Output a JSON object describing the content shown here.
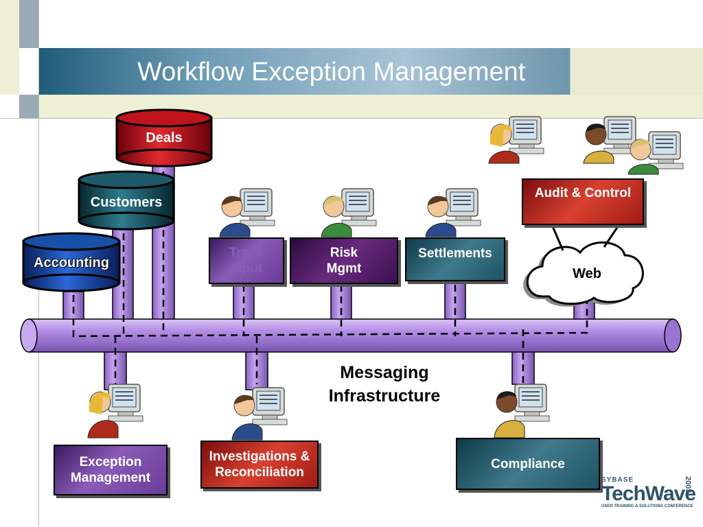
{
  "slide": {
    "title": "Workflow Exception Management"
  },
  "databases": [
    {
      "label": "Deals"
    },
    {
      "label": "Customers"
    },
    {
      "label": "Accounting"
    }
  ],
  "top_nodes": [
    {
      "label": "Trade Input"
    },
    {
      "label": "Risk Mgmt"
    },
    {
      "label": "Settlements"
    },
    {
      "label": "Audit & Control"
    }
  ],
  "cloud": {
    "label": "Web"
  },
  "bus": {
    "label_line1": "Messaging",
    "label_line2": "Infrastructure"
  },
  "bottom_nodes": [
    {
      "label": "Exception Management"
    },
    {
      "label": "Investigations & Reconciliation"
    },
    {
      "label": "Compliance"
    }
  ],
  "logo": {
    "brand": "SYBASE",
    "name": "TechWave",
    "year": "2003",
    "tagline": "USER TRAINING & SOLUTIONS CONFERENCE"
  },
  "colors": {
    "bus": "#b48ee6",
    "deals": "#c0141c",
    "customers": "#1e5a6a",
    "accounting": "#1850a8"
  }
}
